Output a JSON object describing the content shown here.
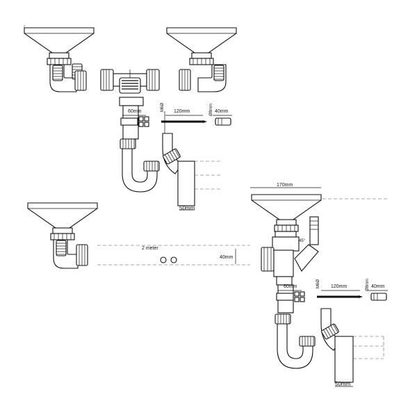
{
  "diagram": {
    "title": "",
    "top_assembly": {
      "dimensions": {
        "spacer_width": "60mm",
        "screw_diameter": "M6Ø",
        "screw_length": "120mm",
        "plug_diameter": "Ø8mm",
        "plug_length": "40mm",
        "outlet_size": "50mm"
      }
    },
    "bottom_assembly": {
      "dimensions": {
        "bowl_width": "170mm",
        "angle": "45°",
        "hose_length": "2 meter",
        "hose_diameter": "40mm",
        "spacer_width": "60mm",
        "screw_diameter": "M6Ø",
        "screw_length": "120mm",
        "plug_diameter": "Ø8mm",
        "plug_length": "40mm",
        "outlet_size": "50mm"
      }
    }
  }
}
